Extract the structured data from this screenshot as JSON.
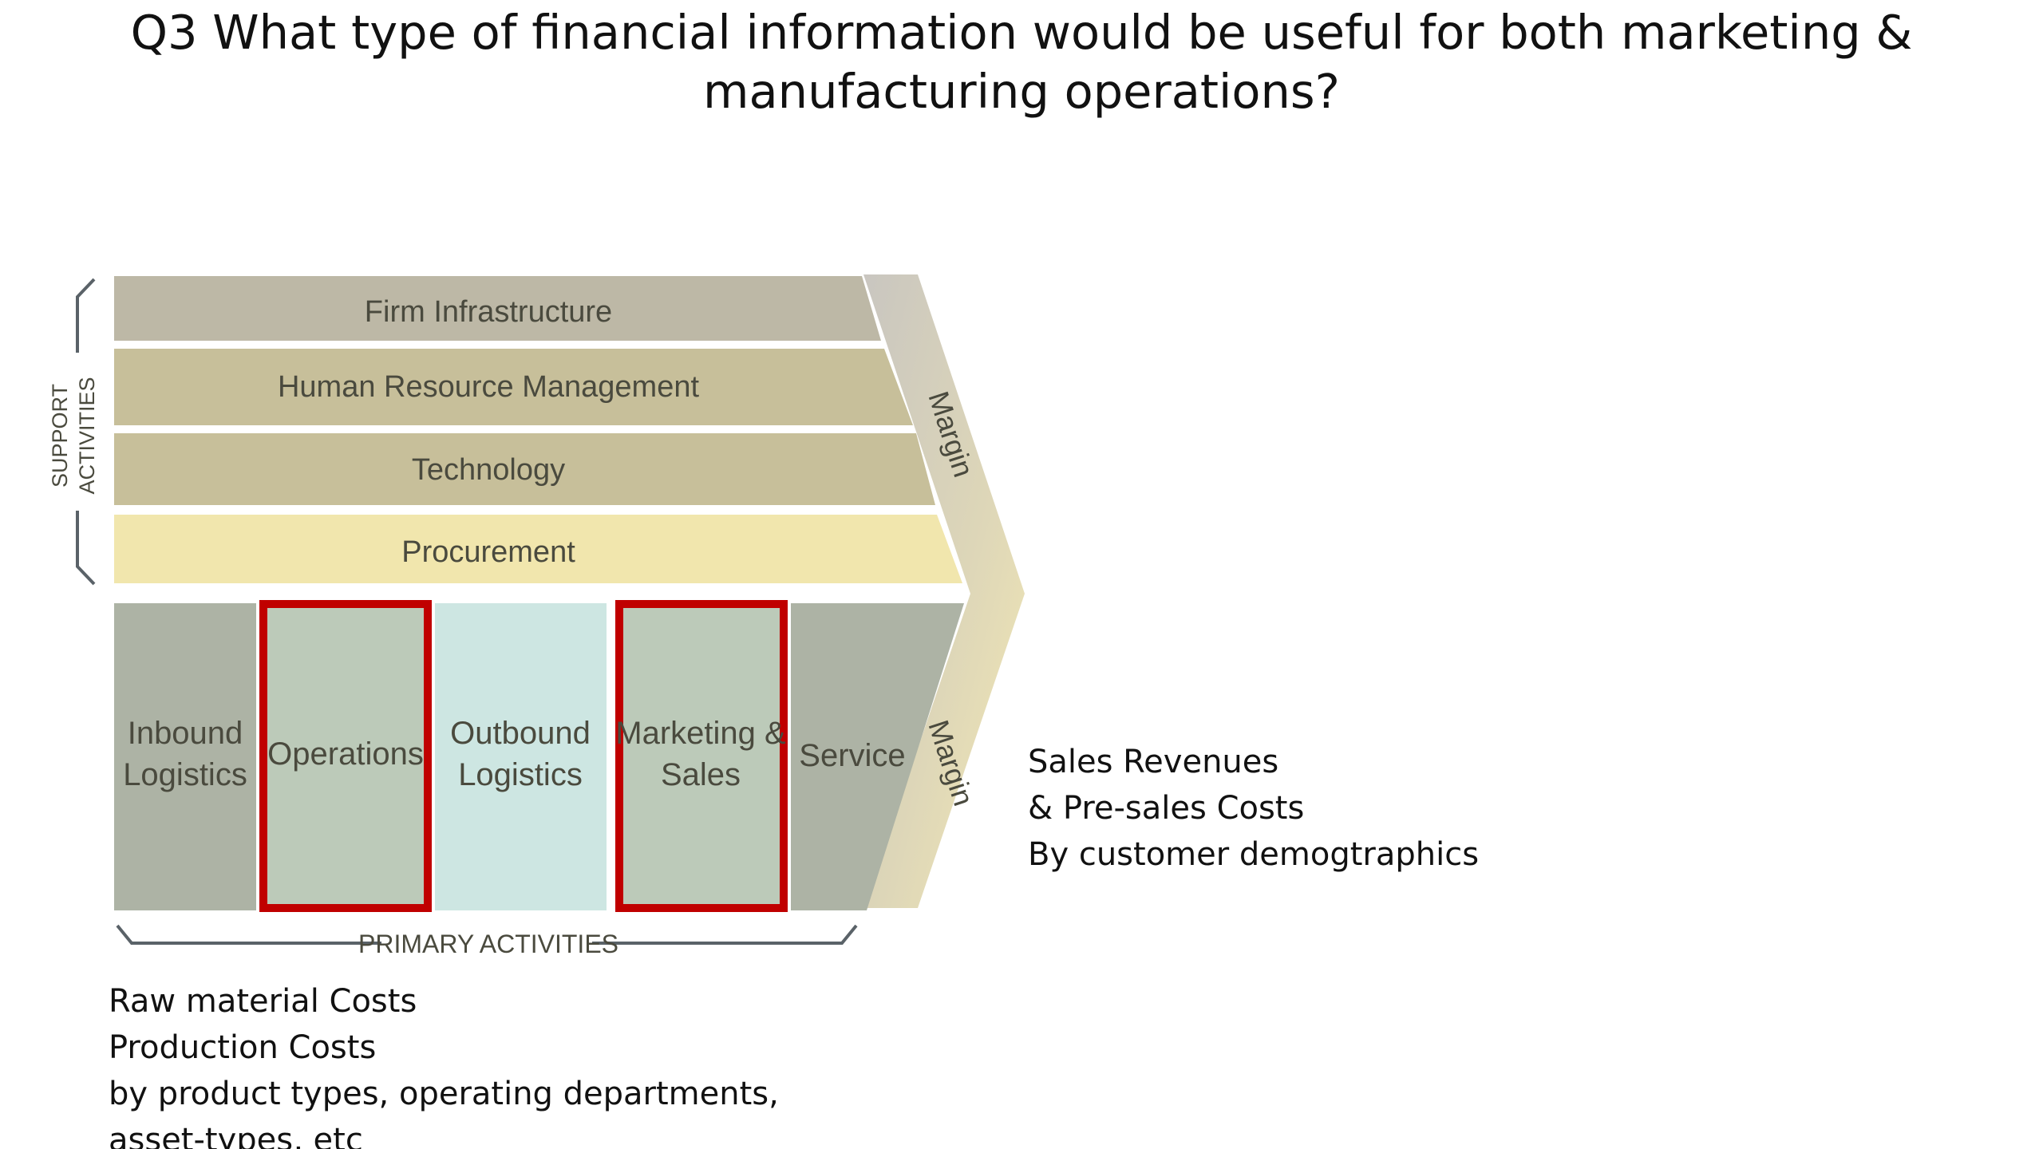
{
  "slide": {
    "title": "Q3 What type of financial information would be useful for both marketing & manufacturing operations?"
  },
  "value_chain": {
    "support_label_line1": "SUPPORT",
    "support_label_line2": "ACTIVITIES",
    "support_activities": [
      "Firm Infrastructure",
      "Human Resource Management",
      "Technology",
      "Procurement"
    ],
    "primary_activities": {
      "inbound": [
        "Inbound",
        "Logistics"
      ],
      "operations": [
        "Operations"
      ],
      "outbound": [
        "Outbound",
        "Logistics"
      ],
      "marketing": [
        "Marketing &",
        "Sales"
      ],
      "service": [
        "Service"
      ]
    },
    "primary_label": "PRIMARY ACTIVITIES",
    "margin_label": "Margin",
    "highlighted": [
      "Operations",
      "Marketing & Sales"
    ],
    "colors": {
      "firm_infrastructure": "#bdb8a6",
      "hr_technology": "#c7bf9a",
      "procurement": "#f1e6ad",
      "primary_grey": "#adb3a5",
      "highlight_fill": "#bccab9",
      "outbound_fill": "#cde6e2",
      "highlight_border": "#c00000"
    }
  },
  "notes": {
    "marketing": [
      "Sales Revenues",
      "& Pre-sales Costs",
      "By customer demogtraphics"
    ],
    "manufacturing": [
      "Raw material Costs",
      "Production Costs",
      "by product types, operating departments,",
      "asset-types, etc"
    ]
  }
}
